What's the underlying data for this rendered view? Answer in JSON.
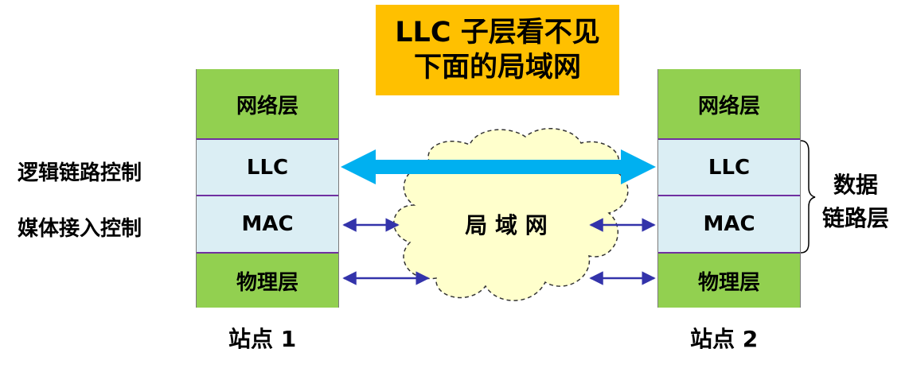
{
  "title": {
    "line1": "LLC 子层看不见",
    "line2": "下面的局域网"
  },
  "station1": {
    "layers": [
      "网络层",
      "LLC",
      "MAC",
      "物理层"
    ],
    "label": "站点 1"
  },
  "station2": {
    "layers": [
      "网络层",
      "LLC",
      "MAC",
      "物理层"
    ],
    "label": "站点 2"
  },
  "left_labels": {
    "llc": "逻辑链路控制",
    "mac": "媒体接入控制"
  },
  "cloud_label": "局 域 网",
  "data_link_layer": {
    "line1": "数据",
    "line2": "链路层"
  },
  "colors": {
    "title_bg": "#ffc000",
    "layer_green": "#92d050",
    "layer_blue": "#dbeef4",
    "separator": "#7030a0",
    "big_arrow": "#00b0f0",
    "small_arrow": "#3333aa",
    "cloud_fill": "#ffffcc"
  }
}
